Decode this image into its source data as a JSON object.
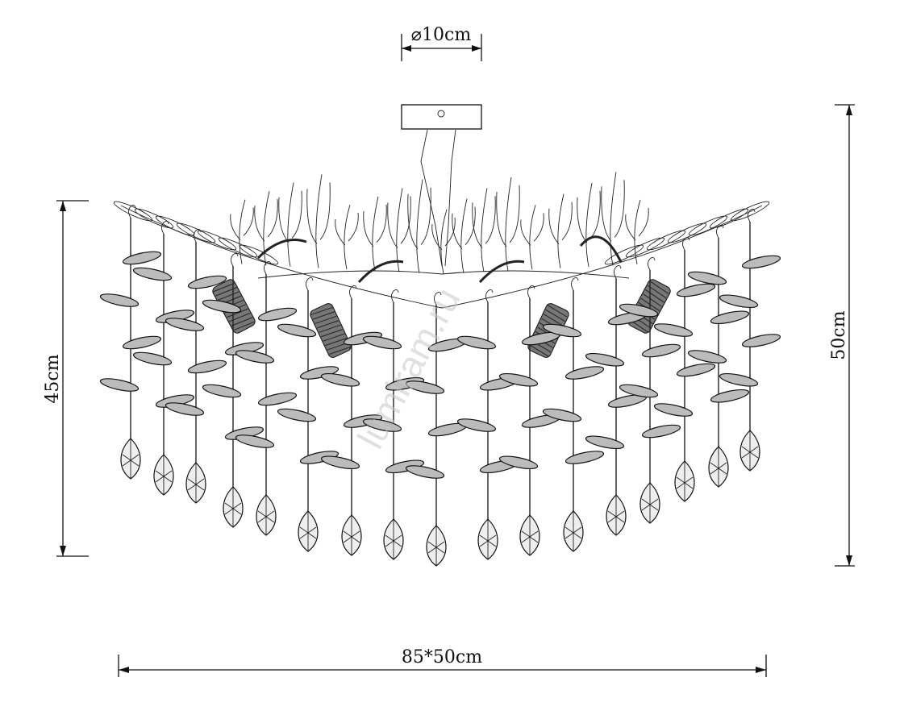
{
  "dimensions": {
    "canopy_diameter": "⌀10cm",
    "left_height": "45cm",
    "right_height": "50cm",
    "bottom_width": "85*50cm"
  },
  "watermark": "lumiram.ru"
}
